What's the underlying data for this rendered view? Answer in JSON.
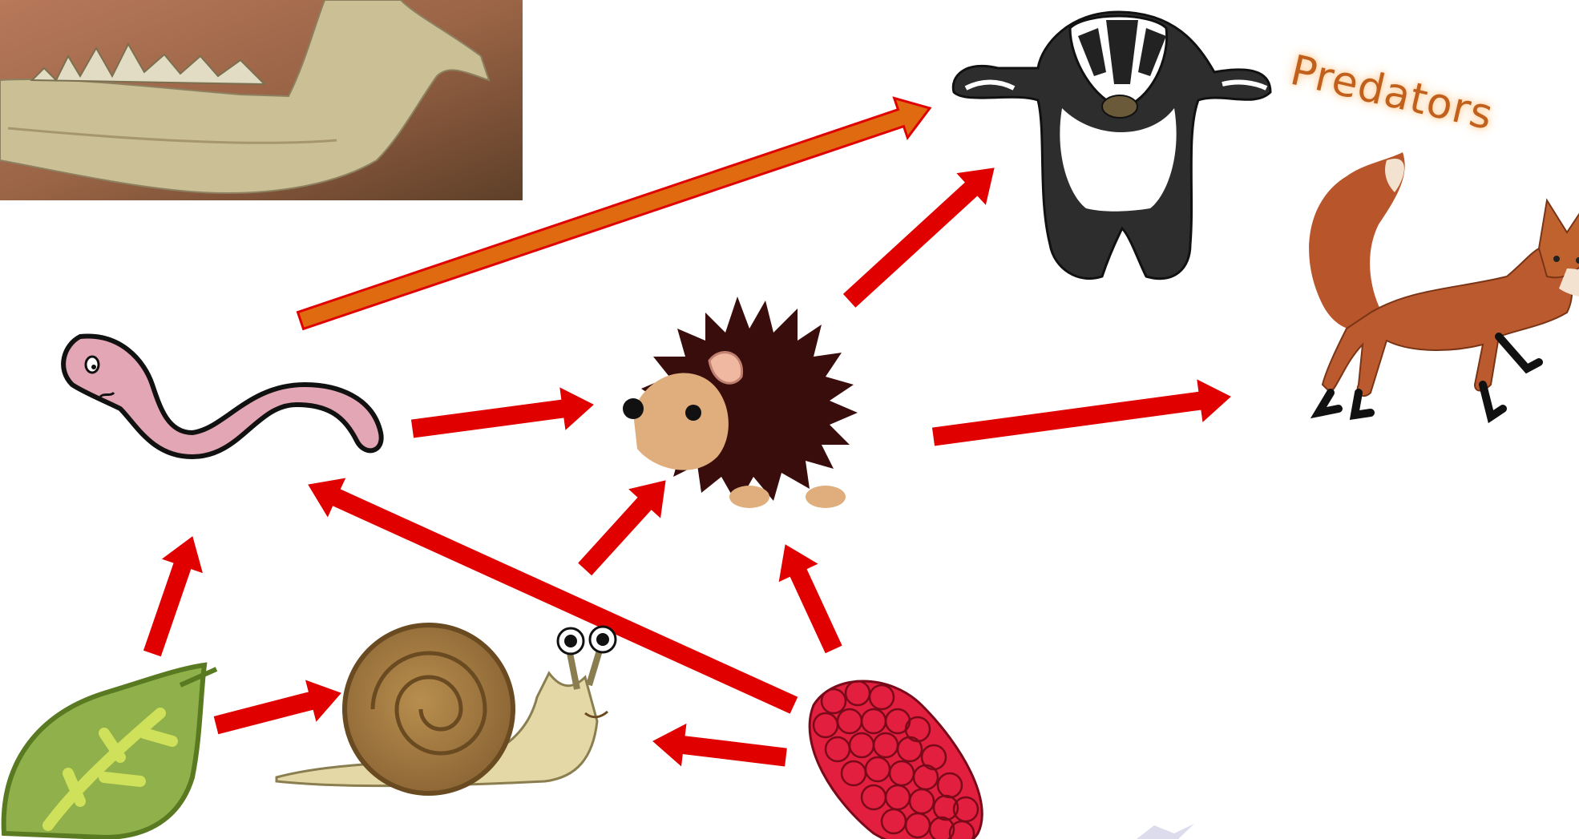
{
  "title_label": "Predators",
  "organisms": [
    {
      "id": "leaf",
      "icon": "leaf-icon"
    },
    {
      "id": "snail",
      "icon": "snail-icon"
    },
    {
      "id": "raspberry",
      "icon": "raspberry-icon"
    },
    {
      "id": "worm",
      "icon": "worm-icon"
    },
    {
      "id": "hedgehog",
      "icon": "hedgehog-icon"
    },
    {
      "id": "badger",
      "icon": "badger-icon"
    },
    {
      "id": "fox",
      "icon": "fox-icon"
    },
    {
      "id": "jawbone",
      "icon": "jawbone-photo"
    }
  ],
  "links": [
    {
      "from": "leaf",
      "to": "worm"
    },
    {
      "from": "leaf",
      "to": "snail"
    },
    {
      "from": "raspberry",
      "to": "snail"
    },
    {
      "from": "raspberry",
      "to": "worm"
    },
    {
      "from": "raspberry",
      "to": "hedgehog"
    },
    {
      "from": "snail",
      "to": "hedgehog"
    },
    {
      "from": "worm",
      "to": "hedgehog"
    },
    {
      "from": "hedgehog",
      "to": "badger"
    },
    {
      "from": "hedgehog",
      "to": "fox"
    },
    {
      "from": "worm",
      "to": "badger",
      "highlight": true
    }
  ],
  "colors": {
    "arrow": "#e00000",
    "arrow_highlight": "#e06a10",
    "label": "#c0601c"
  }
}
